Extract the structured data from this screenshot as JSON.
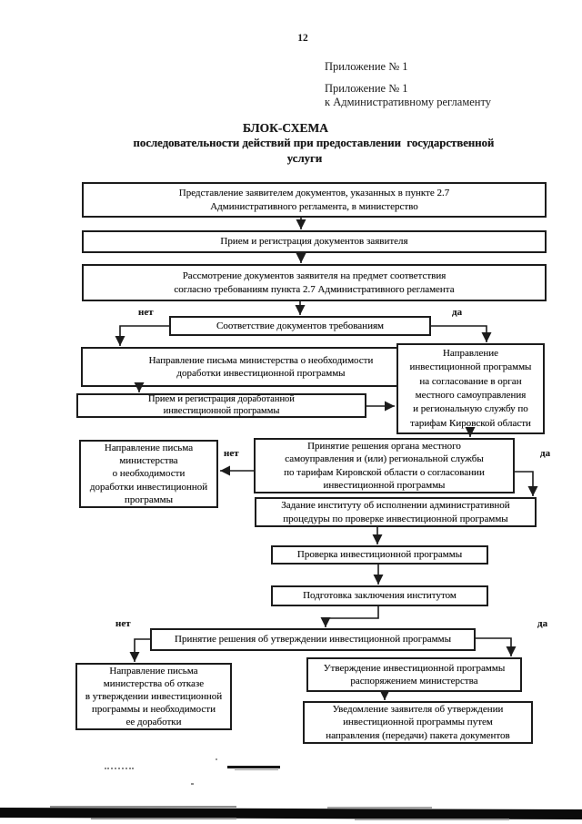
{
  "page": {
    "number": "12",
    "annex": [
      "Приложение № 1",
      "Приложение № 1",
      "к Административному регламенту"
    ],
    "title": [
      "БЛОК-СХЕМА",
      "последовательности действий при предоставлении  государственной",
      "услуги"
    ]
  },
  "labels": {
    "yes": "да",
    "no": "нет"
  },
  "nodes": {
    "submission": "Представление заявителем документов, указанных в пункте 2.7\nАдминистративного регламента, в министерство",
    "registration": "Прием и регистрация документов заявителя",
    "review": "Рассмотрение документов заявителя на предмет соответствия\nсогласно требованиям пункта 2.7 Административного регламента",
    "compliance_decision": "Соответствие документов требованиям",
    "rework_letter_1": "Направление письма министерства о необходимости\nдоработки инвестиционной программы",
    "reworked_registration": "Прием и регистрация доработанной\nинвестиционной программы",
    "send_for_approval": "Направление\nинвестиционной программы\nна согласование в орган\nместного самоуправления\nи региональную службу по\nтарифам Кировской области",
    "local_decision": "Принятие решения органа местного\nсамоуправления и (или) региональной службы\nпо тарифам Кировской области о согласовании\nинвестиционной программы",
    "rework_letter_2": "Направление письма\nминистерства\nо необходимости\nдоработки инвестиционной\nпрограммы",
    "institute_task": "Задание институту об исполнении административной\nпроцедуры по проверке инвестиционной программы",
    "program_check": "Проверка инвестиционной программы",
    "institute_conclusion": "Подготовка заключения институтом",
    "approval_decision": "Принятие решения об утверждении инвестиционной программы",
    "refusal_letter": "Направление письма\nминистерства об отказе\nв утверждении инвестиционной\nпрограммы и необходимости\nее доработки",
    "approval_order": "Утверждение инвестиционной программы\nраспоряжением министерства",
    "notification": "Уведомление заявителя об утверждении\nинвестиционной программы путем\nнаправления (передачи) пакета документов"
  }
}
